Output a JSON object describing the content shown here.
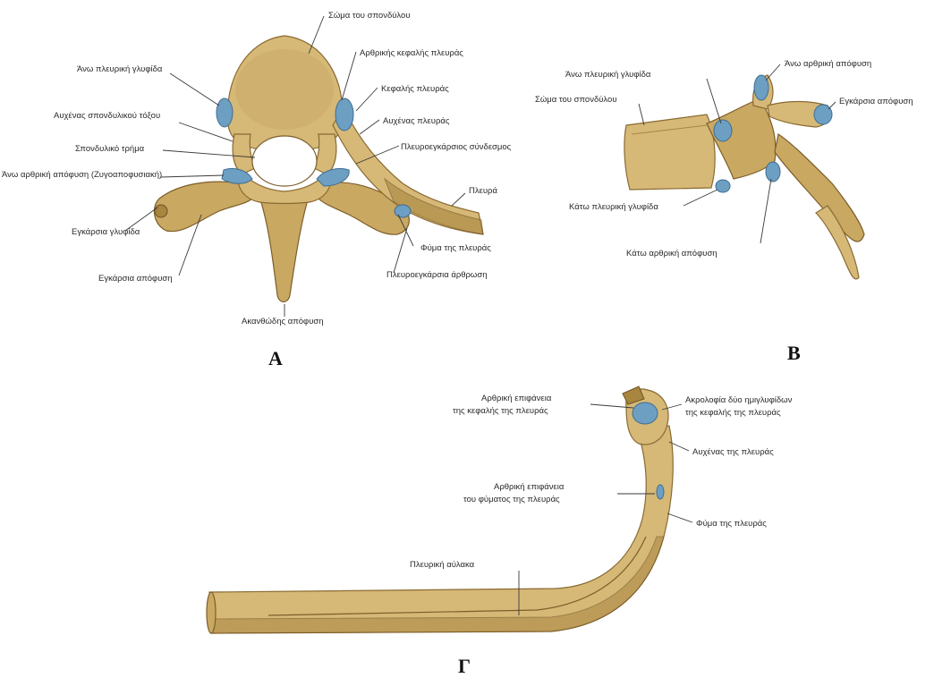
{
  "colors": {
    "bone": "#d6b877",
    "bone_shadow": "#a8863f",
    "cartilage": "#6d9fc2",
    "line": "#3a3a3a"
  },
  "figures": {
    "A": {
      "letter": "A",
      "labels": {
        "body": "Σώμα του σπονδύλου",
        "joint_head": "Αρθρικής κεφαλής πλευράς",
        "upper_costal": "Άνω πλευρική γλυφίδα",
        "head_rib": "Κεφαλής πλευράς",
        "vertebral_arch": "Αυχένας σπονδυλικού τόξου",
        "neck_rib": "Αυχένας πλευράς",
        "vertebral_foramen": "Σπονδυλικό τρήμα",
        "costotransverse_lig": "Πλευροεγκάρσιος σύνδεσμος",
        "upper_articular": "Άνω αρθρική απόφυση (Ζυγοαποφυσιακή)",
        "rib": "Πλευρά",
        "transverse_facet": "Εγκάρσια γλυφίδα",
        "tubercle": "Φύμα της πλευράς",
        "transverse_process": "Εγκάρσια απόφυση",
        "costotransverse_joint": "Πλευροεγκάρσια άρθρωση",
        "spinous": "Ακανθώδης απόφυση"
      }
    },
    "B": {
      "letter": "B",
      "labels": {
        "upper_costal": "Άνω πλευρική γλυφίδα",
        "upper_articular": "Άνω αρθρική απόφυση",
        "body": "Σώμα του σπονδύλου",
        "transverse": "Εγκάρσια απόφυση",
        "lower_costal": "Κάτω πλευρική γλυφίδα",
        "lower_articular": "Κάτω αρθρική απόφυση"
      }
    },
    "G": {
      "letter": "Γ",
      "labels": {
        "head_surface": "Αρθρική επιφάνεια της κεφαλής της πλευράς",
        "crest": "Ακρολοφία δύο ημιγλυφίδων της κεφαλής της πλευράς",
        "neck": "Αυχένας της πλευράς",
        "tubercle_surface": "Αρθρική επιφάνεια του φύματος της πλευράς",
        "tubercle": "Φύμα της πλευράς",
        "groove": "Πλευρική αύλακα"
      }
    }
  }
}
